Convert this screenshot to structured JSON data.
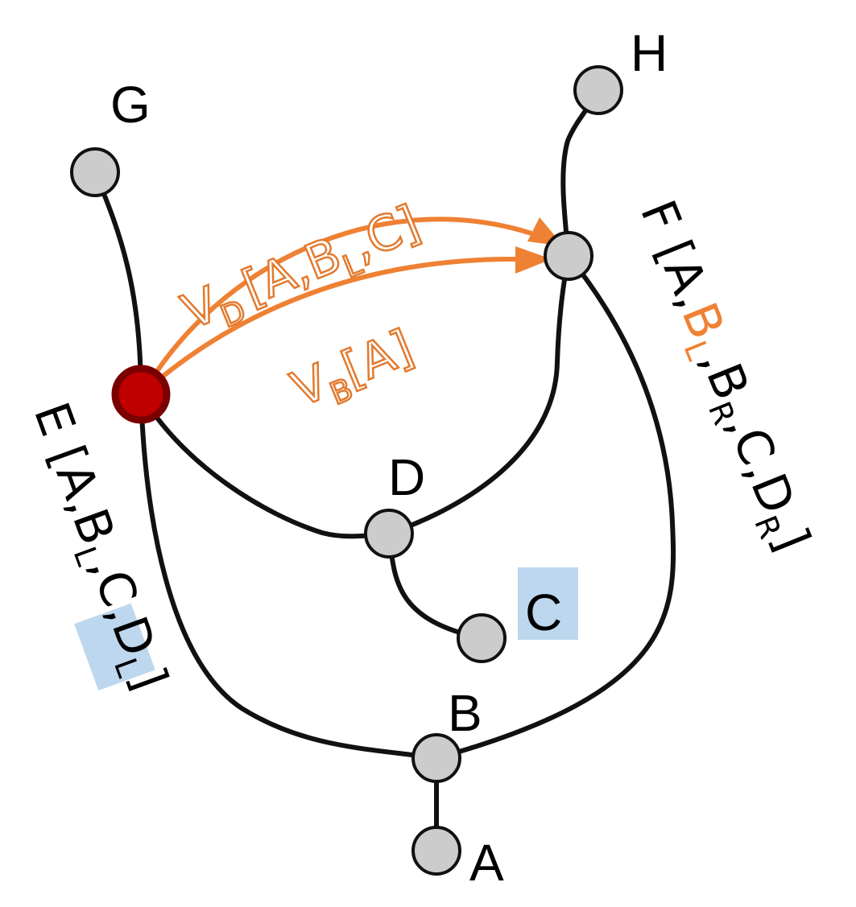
{
  "colors": {
    "edge": "#111111",
    "node_fill": "#cccccc",
    "active_node": "#c00000",
    "active_node_ring": "#7a0000",
    "arrow": "#ee8133",
    "highlight": "#bdd7ee"
  },
  "nodes": {
    "A": "A",
    "B": "B",
    "C": "C",
    "D": "D",
    "G": "G",
    "H": "H"
  },
  "vectors": {
    "vd": {
      "name": "V",
      "sub": "D",
      "items": [
        "[A,B",
        "L",
        ",C]"
      ]
    },
    "vb": {
      "name": "V",
      "sub": "B",
      "items": [
        "[A]"
      ]
    }
  },
  "f_label": {
    "prefix": "F [A,",
    "b": "B",
    "b_sub1": "L",
    "sep1": ",",
    "b2": "B",
    "b_sub2": "R",
    "sep2": ",C,D",
    "d_sub": "R",
    "suffix": "]"
  },
  "e_label": {
    "prefix": "E [A,B",
    "b_sub": "L",
    "sep": ",",
    "c": "C",
    "sep2": ",D",
    "d_sub": "L",
    "suffix": "]"
  }
}
